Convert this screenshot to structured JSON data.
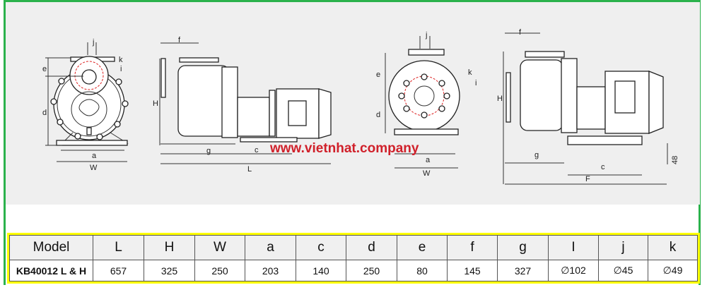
{
  "drawing": {
    "labels": {
      "j": "j",
      "k": "k",
      "i": "i",
      "e": "e",
      "d": "d",
      "a": "a",
      "W": "W",
      "f": "f",
      "H": "H",
      "g": "g",
      "c": "c",
      "L": "L",
      "F": "F",
      "h48": "48"
    },
    "watermark": "www.vietnhat.company"
  },
  "table": {
    "headers": [
      "Model",
      "L",
      "H",
      "W",
      "a",
      "c",
      "d",
      "e",
      "f",
      "g",
      "I",
      "j",
      "k"
    ],
    "row": [
      "KB40012 L & H",
      "657",
      "325",
      "250",
      "203",
      "140",
      "250",
      "80",
      "145",
      "327",
      "∅102",
      "∅45",
      "∅49"
    ]
  }
}
